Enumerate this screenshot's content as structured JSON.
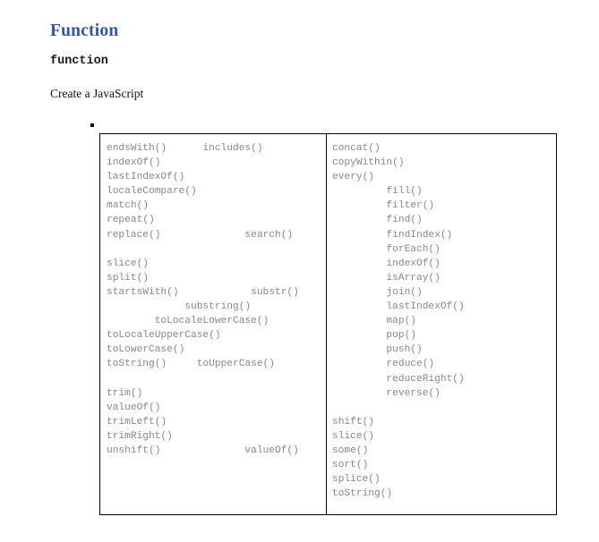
{
  "document": {
    "heading": "Function",
    "subheading_mono": "function",
    "body_text": "Create a JavaScript",
    "bullet_marker": "square-bullet",
    "heading_color": "#32589f",
    "code_text_color": "#878787",
    "table_border_color": "#000000",
    "background_color": "#ffffff"
  },
  "table": {
    "columns": [
      {
        "name": "string-methods-column",
        "lines": [
          "endsWith()      includes()",
          "indexOf()",
          "lastIndexOf()",
          "localeCompare()",
          "match()",
          "repeat()",
          "replace()              search()",
          "",
          "slice()",
          "split()",
          "startsWith()            substr()",
          "             substring()",
          "        toLocaleLowerCase()",
          "toLocaleUpperCase()",
          "toLowerCase()",
          "toString()     toUpperCase()",
          "",
          "trim()",
          "valueOf()",
          "trimLeft()",
          "trimRight()",
          "unshift()              valueOf()"
        ]
      },
      {
        "name": "array-methods-column",
        "lines": [
          "concat()",
          "copyWithin()",
          "every()",
          "         fill()",
          "         filter()",
          "         find()",
          "         findIndex()",
          "         forEach()",
          "         indexOf()",
          "         isArray()",
          "         join()",
          "         lastIndexOf()",
          "         map()",
          "         pop()",
          "         push()",
          "         reduce()",
          "         reduceRight()",
          "         reverse()",
          "",
          "shift()",
          "slice()",
          "some()",
          "sort()",
          "splice()",
          "toString()"
        ]
      }
    ]
  }
}
